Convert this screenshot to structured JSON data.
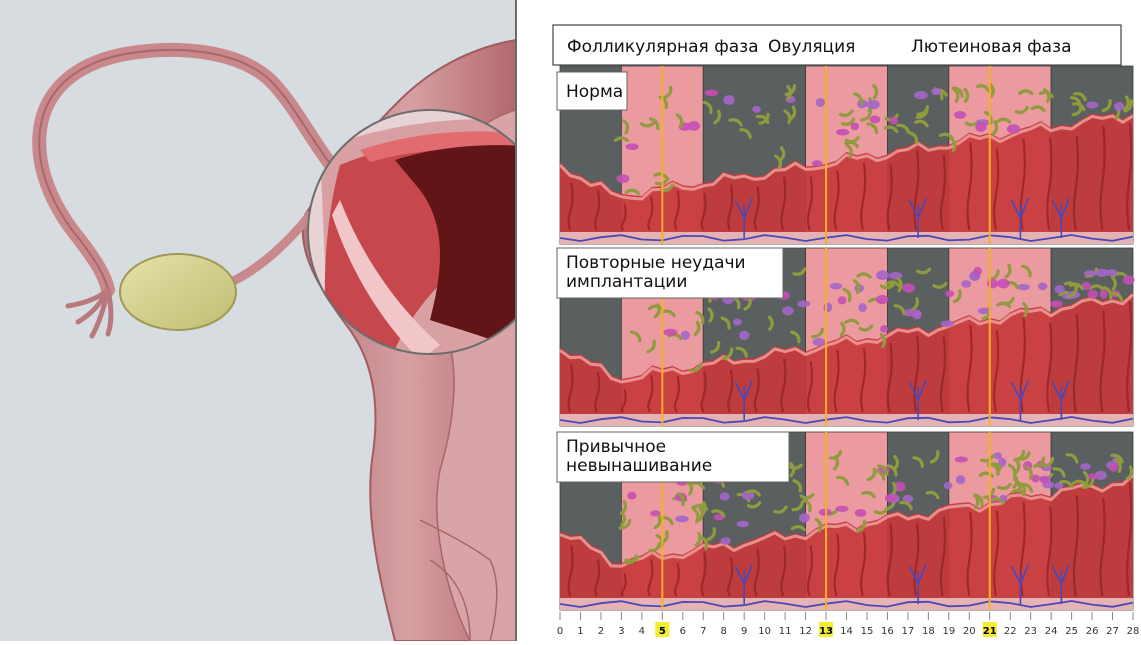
{
  "phases": {
    "follicular": "Фолликулярная фаза",
    "ovulation": "Овуляция",
    "luteal": "Лютеиновая фаза"
  },
  "rows": [
    {
      "id": "norm",
      "label_lines": [
        "Норма"
      ]
    },
    {
      "id": "rif",
      "label_lines": [
        "Повторные неудачи",
        "имплантации"
      ]
    },
    {
      "id": "rpl",
      "label_lines": [
        "Привычное",
        "невынашивание"
      ]
    }
  ],
  "day_axis": {
    "start": 0,
    "end": 28,
    "highlighted_days": [
      5,
      13,
      21
    ]
  },
  "band_pattern": [
    {
      "from": 0,
      "to": 3,
      "tone": "dark"
    },
    {
      "from": 3,
      "to": 7,
      "tone": "pink"
    },
    {
      "from": 7,
      "to": 12,
      "tone": "dark"
    },
    {
      "from": 12,
      "to": 16,
      "tone": "pink"
    },
    {
      "from": 16,
      "to": 19,
      "tone": "dark"
    },
    {
      "from": 19,
      "to": 24,
      "tone": "pink"
    },
    {
      "from": 24,
      "to": 28,
      "tone": "dark"
    }
  ],
  "colors": {
    "background_left": "#d6dcdf",
    "tissue_pink": "#c9898c",
    "ovary": "#d5d392",
    "band_dark": "#5a5f5f",
    "band_pink": "#eb9aa0",
    "endometrium": "#c73a3c",
    "cells_green": "#8f9b3d",
    "cells_purple": "#a466c9",
    "cells_magenta": "#c44fb4",
    "vessels_blue": "#4848b8",
    "marker_line": "#f5b026",
    "day_highlight": "#f2ef2e"
  }
}
